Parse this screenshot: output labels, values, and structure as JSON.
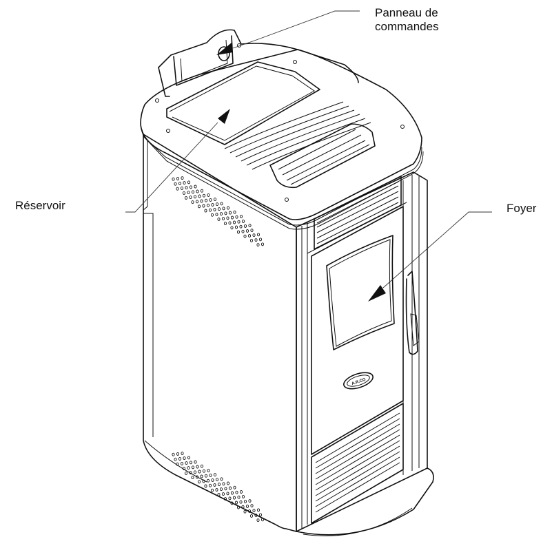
{
  "labels": {
    "control_panel_line1": "Panneau de",
    "control_panel_line2": "commandes",
    "tank": "Réservoir",
    "firebox": "Foyer"
  },
  "badge_text": "A.R.CO"
}
